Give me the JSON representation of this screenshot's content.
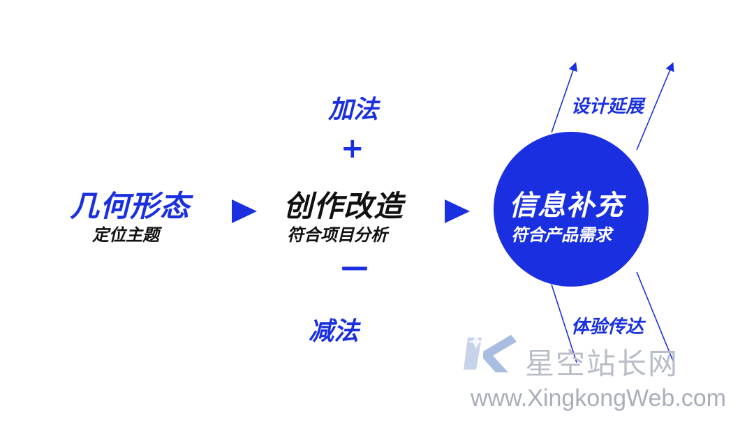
{
  "left": {
    "title": "几何形态",
    "subtitle": "定位主题"
  },
  "middle": {
    "title": "创作改造",
    "subtitle": "符合项目分析"
  },
  "plus": {
    "label": "加法",
    "symbol": "+"
  },
  "minus": {
    "label": "减法",
    "symbol": "—"
  },
  "right": {
    "title": "信息补充",
    "subtitle": "符合产品需求"
  },
  "branches": {
    "top": "设计延展",
    "bottom": "体验传达"
  },
  "watermark": {
    "name": "星空站长网",
    "url": "www.XingkongWeb.com"
  },
  "colors": {
    "accent": "#1a2fe0",
    "text": "#111111",
    "watermark": "#b8bdc7"
  },
  "icons": [
    "arrow-right-triangle-icon",
    "arrow-up-icon",
    "watermark-logo-icon"
  ]
}
